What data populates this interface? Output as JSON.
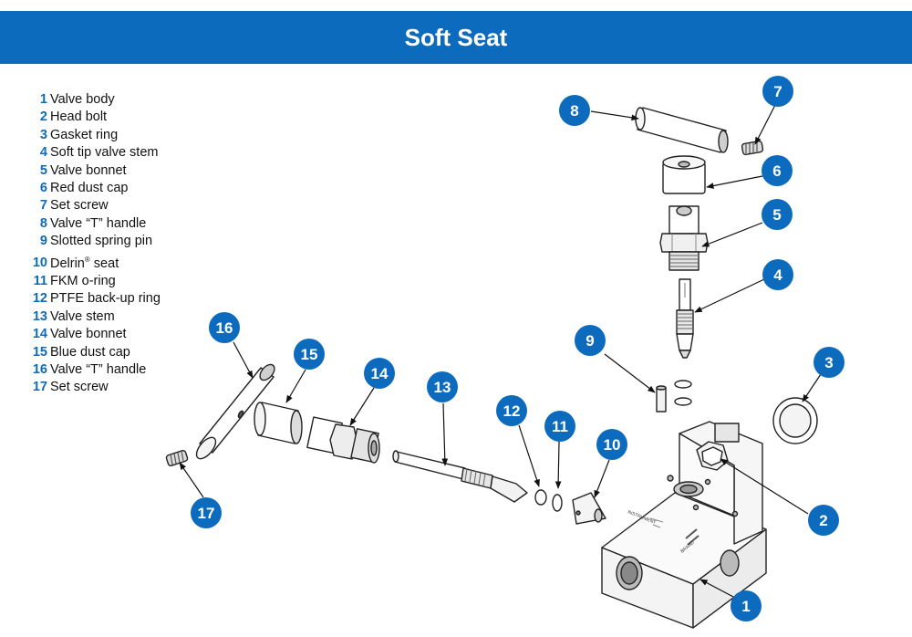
{
  "title": "Soft Seat",
  "colors": {
    "header": "#0d6bbd",
    "callout": "#0d6bbd",
    "part_number": "#0d6bbd"
  },
  "legend": [
    {
      "num": "1",
      "label": "Valve body"
    },
    {
      "num": "2",
      "label": "Head bolt"
    },
    {
      "num": "3",
      "label": "Gasket ring"
    },
    {
      "num": "4",
      "label": "Soft tip valve stem"
    },
    {
      "num": "5",
      "label": "Valve bonnet"
    },
    {
      "num": "6",
      "label": "Red dust cap"
    },
    {
      "num": "7",
      "label": "Set screw"
    },
    {
      "num": "8",
      "label": "Valve “T” handle"
    },
    {
      "num": "9",
      "label": "Slotted spring pin"
    },
    {
      "num": "10",
      "label": "Delrin",
      "sup": "®",
      "suffix": " seat"
    },
    {
      "num": "11",
      "label": "FKM o-ring"
    },
    {
      "num": "12",
      "label": "PTFE back-up ring"
    },
    {
      "num": "13",
      "label": "Valve stem"
    },
    {
      "num": "14",
      "label": "Valve bonnet"
    },
    {
      "num": "15",
      "label": "Blue dust cap"
    },
    {
      "num": "16",
      "label": "Valve “T” handle"
    },
    {
      "num": "17",
      "label": "Set screw"
    }
  ],
  "callouts": [
    "1",
    "2",
    "3",
    "4",
    "5",
    "6",
    "7",
    "8",
    "9",
    "10",
    "11",
    "12",
    "13",
    "14",
    "15",
    "16",
    "17"
  ],
  "body_markings": {
    "instrument": "INSTRUMENT",
    "brand": "BRAND"
  }
}
